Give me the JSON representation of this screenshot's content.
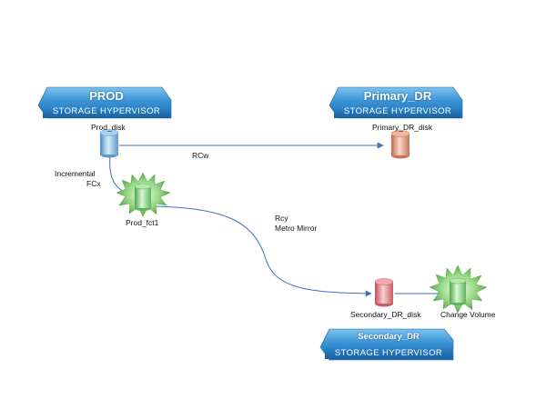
{
  "systems": {
    "prod": {
      "title": "PROD",
      "subtitle": "STORAGE HYPERVISOR"
    },
    "primary_dr": {
      "title": "Primary_DR",
      "subtitle": "STORAGE HYPERVISOR"
    },
    "secondary_dr": {
      "title": "Secondary_DR",
      "subtitle": "STORAGE HYPERVISOR"
    }
  },
  "volumes": {
    "prod_disk": {
      "label": "Prod_disk",
      "color": "#7ab4e0"
    },
    "primary_dr_disk": {
      "label": "Primary_DR_disk",
      "color": "#e0957a"
    },
    "prod_fct1": {
      "label": "Prod_fct1",
      "color": "#86d07a"
    },
    "secondary_dr_disk": {
      "label": "Secondary_DR_disk",
      "color": "#e07f86"
    },
    "change_volume": {
      "label": "Change Volume",
      "color": "#86d07a"
    }
  },
  "links": {
    "rcw": "RCw",
    "incremental_1": "Incremental",
    "incremental_2": "FCx",
    "rcy_1": "Rcy",
    "rcy_2": "Metro Mirror"
  },
  "colors": {
    "box": "#2e86c8",
    "box_light": "#5fb0e6",
    "arrow": "#3b6fc0"
  }
}
